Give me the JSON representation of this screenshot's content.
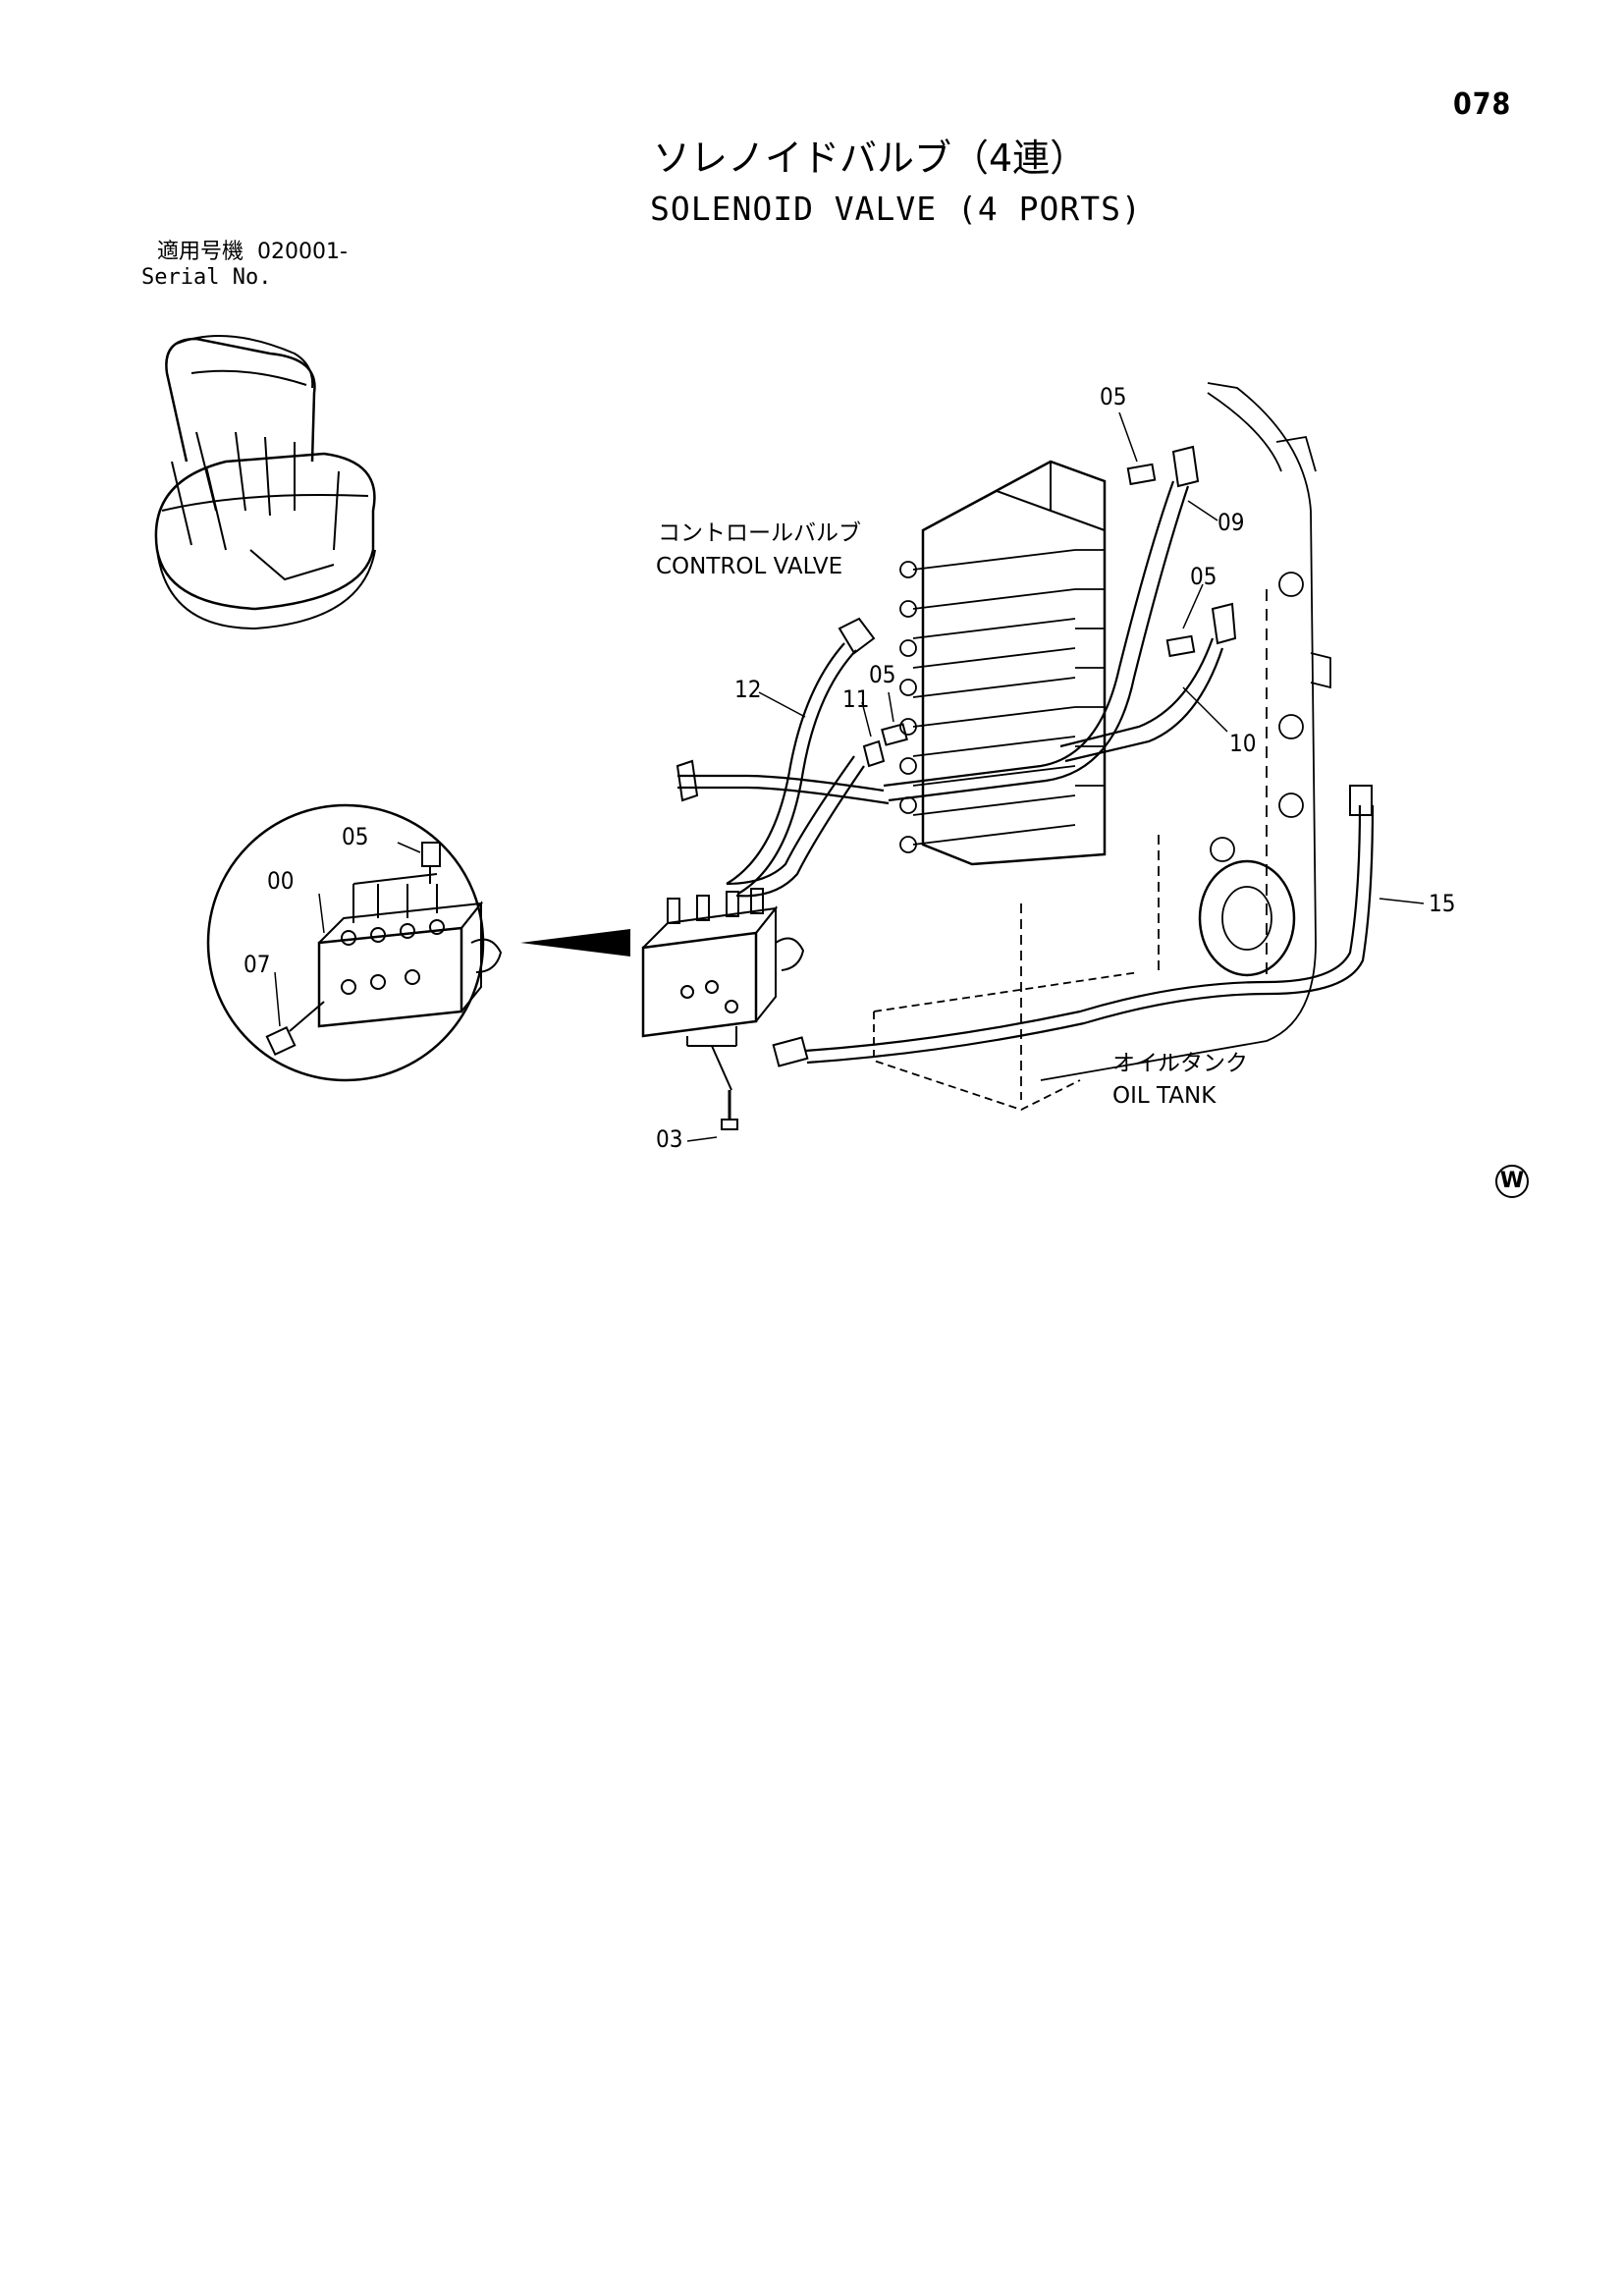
{
  "header": {
    "page_number": "078",
    "title_jp": "ソレノイドバルブ（4連）",
    "title_en": "SOLENOID VALVE (4 PORTS)",
    "serial_label_jp": "適用号機",
    "serial_value": "020001-",
    "serial_label_en": "Serial No."
  },
  "callouts": [
    {
      "id": "c-05-top",
      "text": "05"
    },
    {
      "id": "c-09",
      "text": "09"
    },
    {
      "id": "c-05-mid",
      "text": "05"
    },
    {
      "id": "c-10",
      "text": "10"
    },
    {
      "id": "c-12",
      "text": "12"
    },
    {
      "id": "c-11",
      "text": "11"
    },
    {
      "id": "c-05-left",
      "text": "05"
    },
    {
      "id": "c-15",
      "text": "15"
    },
    {
      "id": "c-03",
      "text": "03"
    },
    {
      "id": "c-05-inset",
      "text": "05"
    },
    {
      "id": "c-00",
      "text": "00"
    },
    {
      "id": "c-07",
      "text": "07"
    }
  ],
  "component_labels": {
    "control_valve_jp": "コントロールバルブ",
    "control_valve_en": "CONTROL VALVE",
    "oil_tank_jp": "オイルタンク",
    "oil_tank_en": "OIL TANK"
  },
  "footer_mark": "W"
}
